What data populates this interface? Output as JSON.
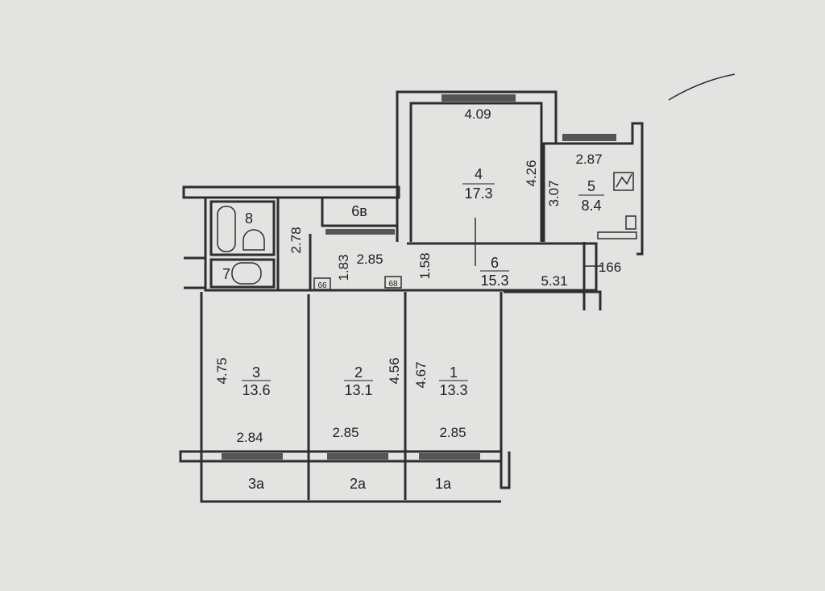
{
  "rooms": [
    {
      "num": "1",
      "area": "13.3"
    },
    {
      "num": "2",
      "area": "13.1"
    },
    {
      "num": "3",
      "area": "13.6"
    },
    {
      "num": "4",
      "area": "17.3"
    },
    {
      "num": "5",
      "area": "8.4"
    },
    {
      "num": "6",
      "area": "15.3"
    },
    {
      "num": "7"
    },
    {
      "num": "8"
    },
    {
      "num": "6в"
    },
    {
      "num": "1а"
    },
    {
      "num": "2а"
    },
    {
      "num": "3а"
    }
  ],
  "dimensions": {
    "r4_width": "4.09",
    "r4_depth": "4.26",
    "r5_width": "2.87",
    "r5_depth": "3.07",
    "r6_length": "5.31",
    "r6_width": "1.58",
    "r6_door": "166",
    "hall_width": "2.85",
    "hall_depth": "1.83",
    "bath_length": "2.78",
    "r3_depth": "4.75",
    "r3_width": "2.84",
    "r2_depth": "4.56",
    "r2_width": "2.85",
    "r1_depth": "4.67",
    "r1_width": "2.85",
    "closet_a": "66",
    "closet_b": "68"
  }
}
